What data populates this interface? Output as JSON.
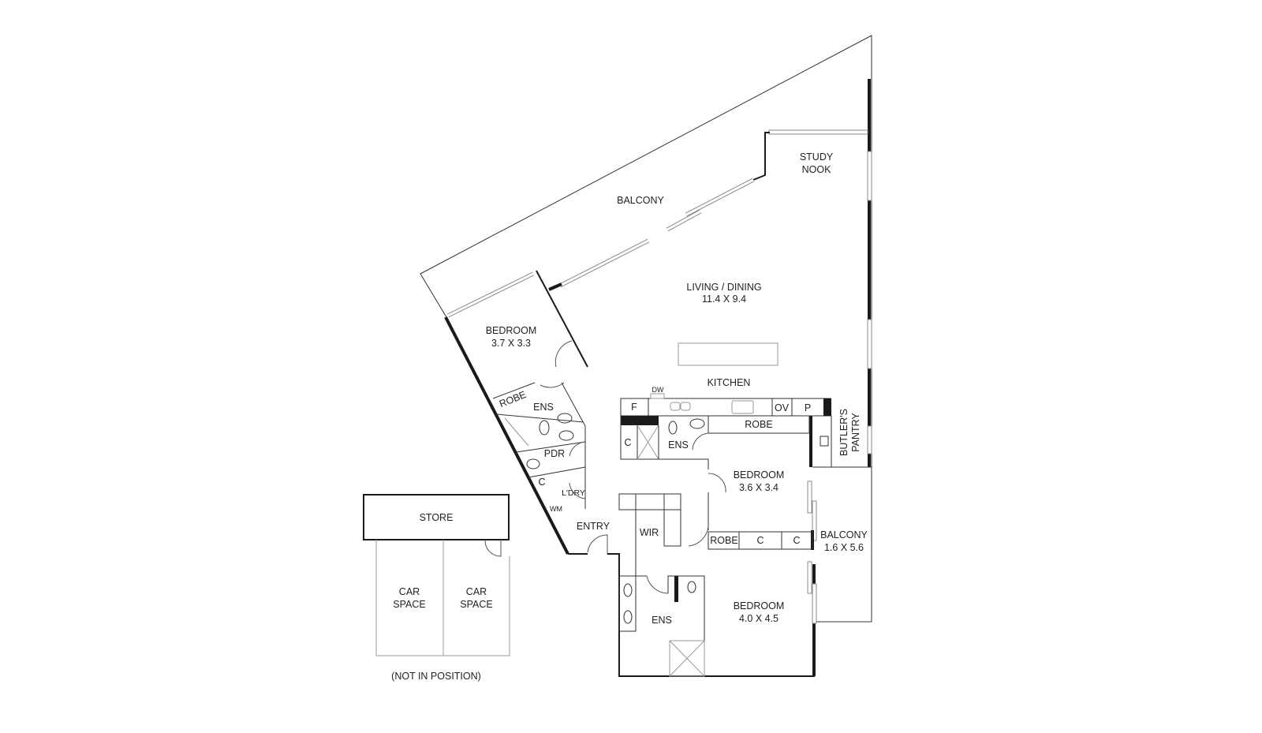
{
  "plan": {
    "rooms": {
      "balcony_main": "BALCONY",
      "study_1": "STUDY",
      "study_2": "NOOK",
      "living": "LIVING / DINING",
      "living_dim": "11.4 X 9.4",
      "bed1": "BEDROOM",
      "bed1_dim": "3.7 X 3.3",
      "robe1": "ROBE",
      "ens1": "ENS",
      "pdr": "PDR",
      "c1": "C",
      "ldry": "L'DRY",
      "wm": "WM",
      "entry": "ENTRY",
      "kitchen": "KITCHEN",
      "dw": "DW",
      "f": "F",
      "ov": "OV",
      "p": "P",
      "butlers_1": "BUTLER'S",
      "butlers_2": "PANTRY",
      "c2": "C",
      "ens2": "ENS",
      "robe2": "ROBE",
      "bed2": "BEDROOM",
      "bed2_dim": "3.6 X 3.4",
      "wir": "WIR",
      "robe3": "ROBE",
      "c3": "C",
      "c4": "C",
      "balcony2": "BALCONY",
      "balcony2_dim": "1.6 X 5.6",
      "ens3": "ENS",
      "bed3": "BEDROOM",
      "bed3_dim": "4.0 X 4.5",
      "store": "STORE",
      "car1_a": "CAR",
      "car1_b": "SPACE",
      "car2_a": "CAR",
      "car2_b": "SPACE",
      "note": "(NOT IN POSITION)"
    }
  }
}
